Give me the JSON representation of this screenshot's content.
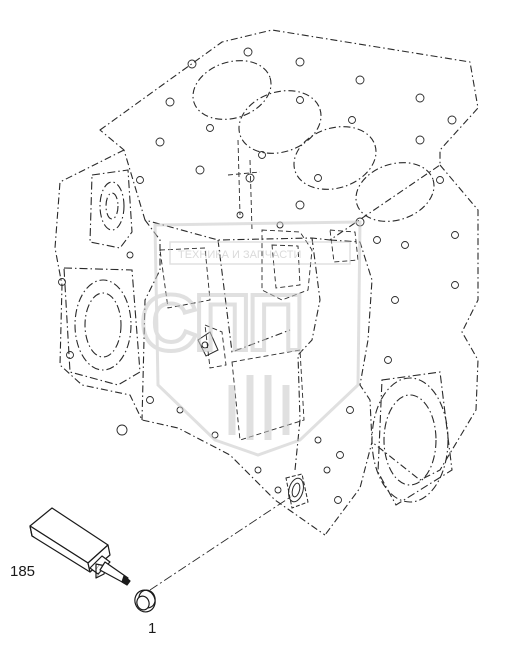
{
  "diagram": {
    "type": "exploded-parts-drawing",
    "callouts": [
      {
        "id": "185",
        "label": "185"
      },
      {
        "id": "1",
        "label": "1"
      }
    ],
    "watermark": {
      "text": "ТЕХНИКА И ЗАПЧАСТИ",
      "logo_text": "СПП"
    },
    "colors": {
      "line": "#2a2a2a",
      "hatch": "#555555",
      "watermark": "#d9d9d9",
      "background": "#ffffff"
    }
  }
}
